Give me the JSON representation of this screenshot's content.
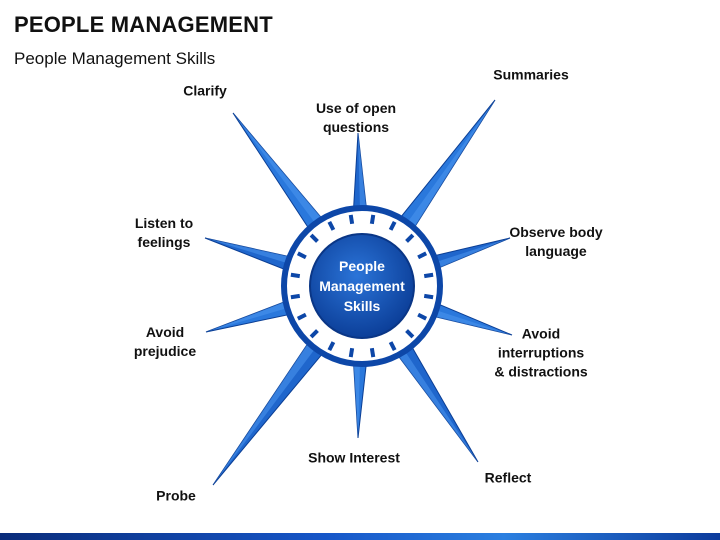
{
  "title": "PEOPLE MANAGEMENT",
  "subtitle": "People Management Skills",
  "center_label": "People Management Skills",
  "center_lines": [
    "People",
    "Management",
    "Skills"
  ],
  "colors": {
    "spike_dark": "#0b3e94",
    "spike_light": "#3f8ee8",
    "ring": "#0d47a8",
    "hub": "#1a5cc4"
  },
  "skills": [
    {
      "id": "clarify",
      "lines": [
        "Clarify"
      ]
    },
    {
      "id": "use-of-open-questions",
      "lines": [
        "Use of open",
        "questions"
      ]
    },
    {
      "id": "summaries",
      "lines": [
        "Summaries"
      ]
    },
    {
      "id": "observe-body-language",
      "lines": [
        "Observe body",
        "language"
      ]
    },
    {
      "id": "avoid-interruptions-distractions",
      "lines": [
        "Avoid",
        "interruptions",
        "& distractions"
      ]
    },
    {
      "id": "reflect",
      "lines": [
        "Reflect"
      ]
    },
    {
      "id": "show-interest",
      "lines": [
        "Show Interest"
      ]
    },
    {
      "id": "probe",
      "lines": [
        "Probe"
      ]
    },
    {
      "id": "avoid-prejudice",
      "lines": [
        "Avoid",
        "prejudice"
      ]
    },
    {
      "id": "listen-to-feelings",
      "lines": [
        "Listen to",
        "feelings"
      ]
    }
  ]
}
